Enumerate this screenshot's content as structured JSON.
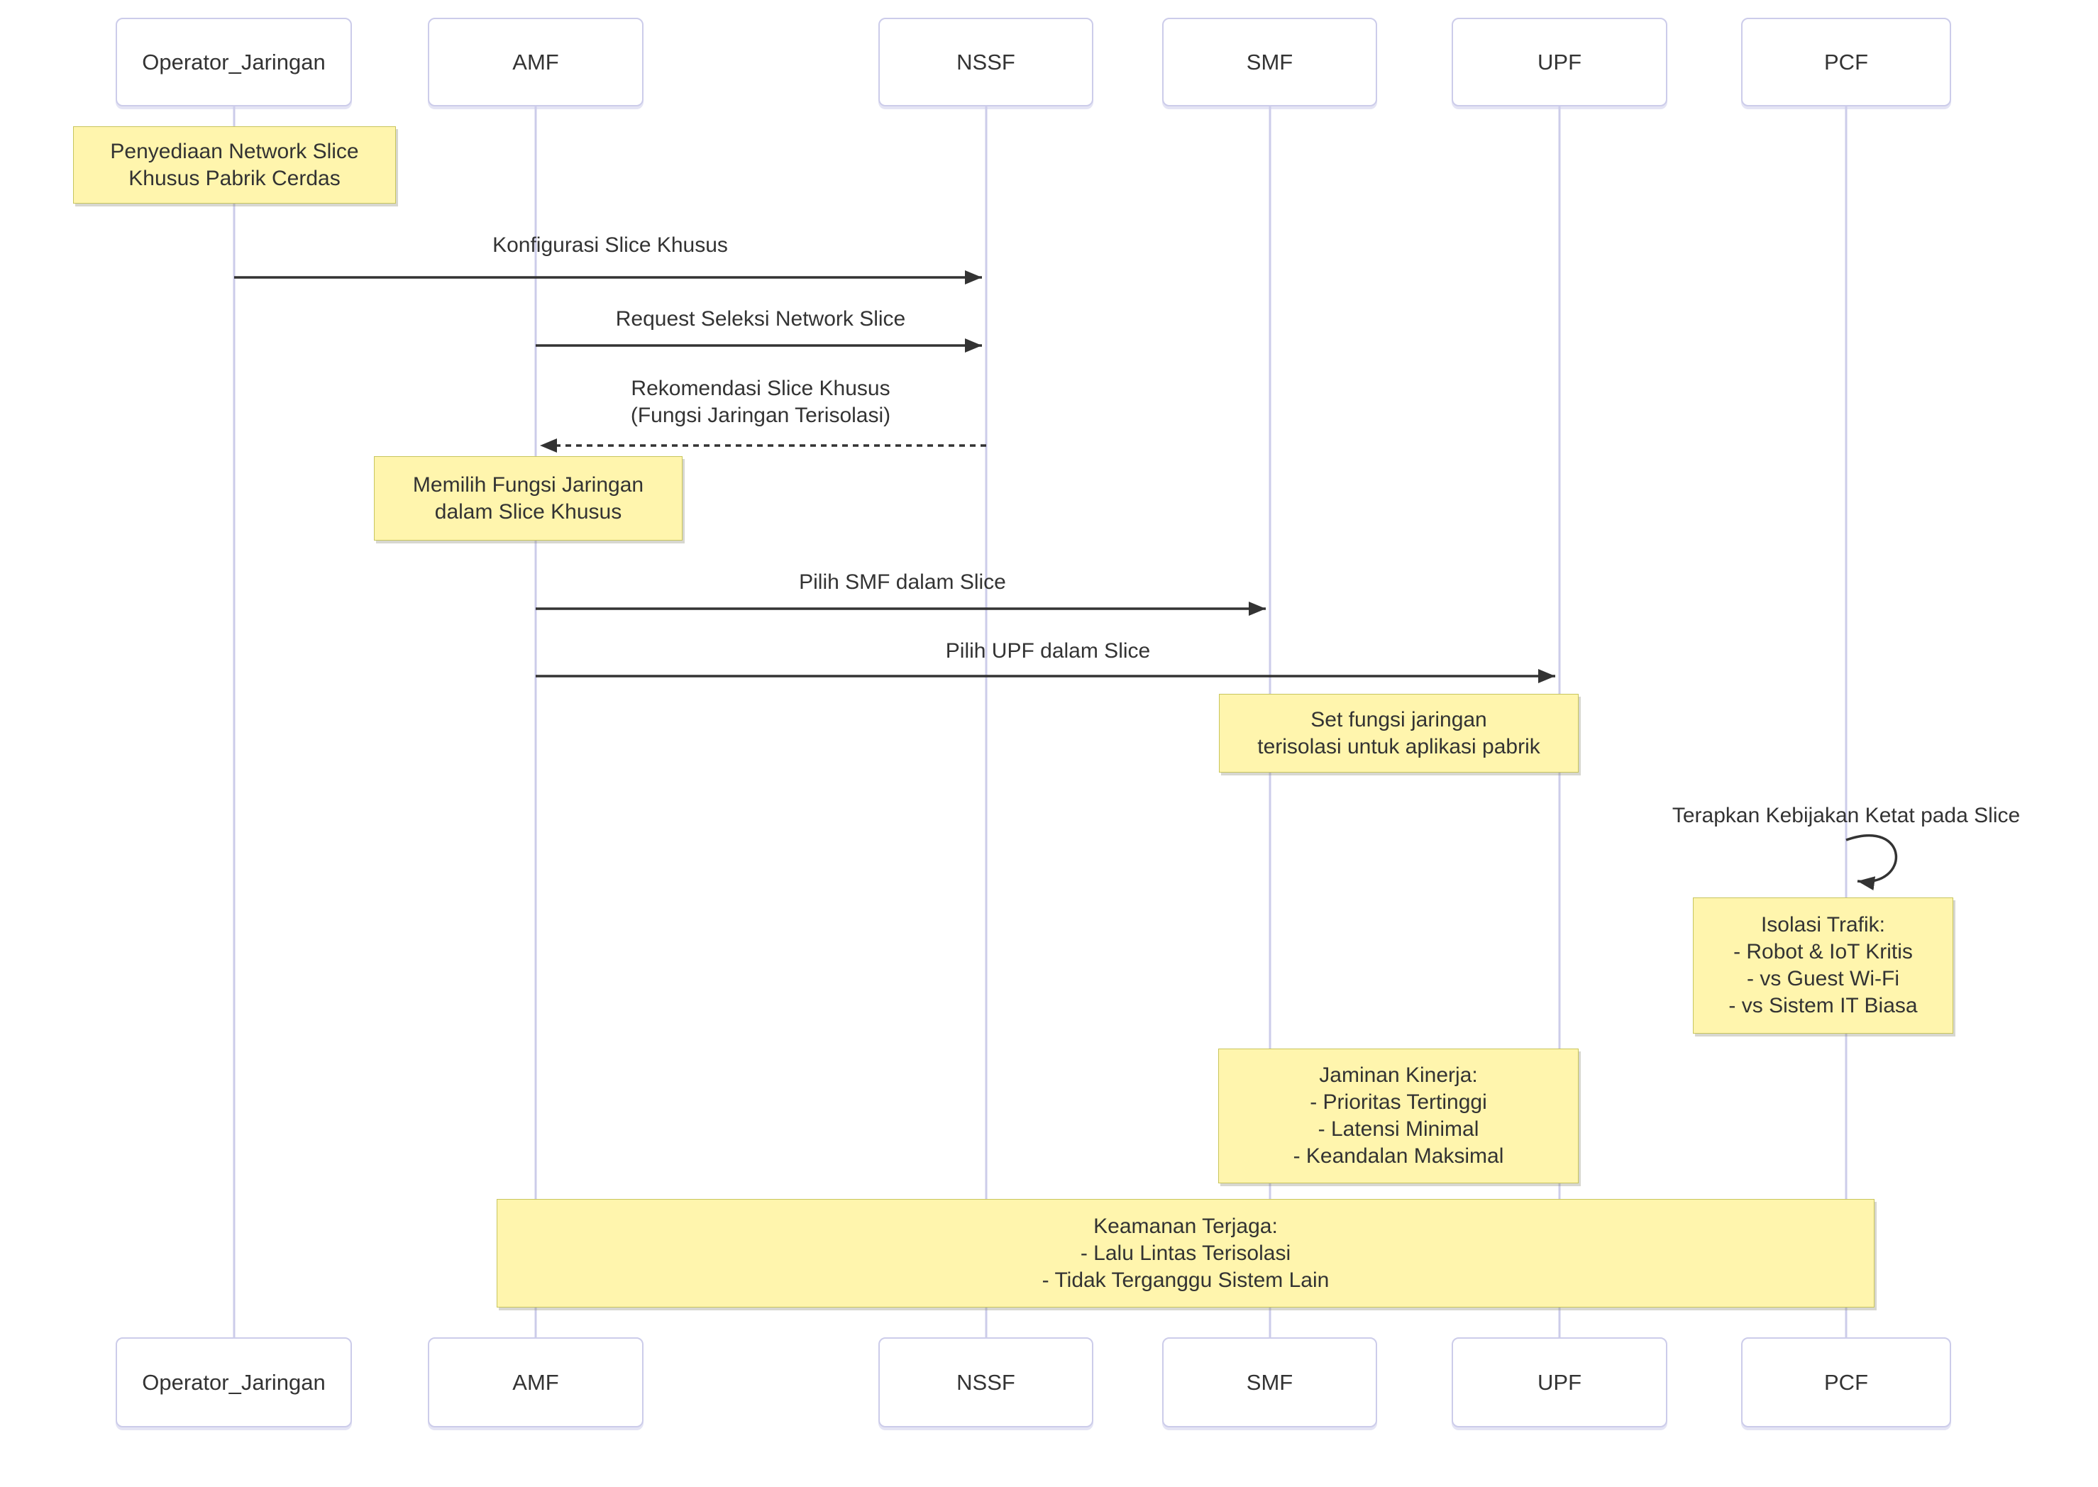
{
  "diagram_type": "sequence-diagram",
  "participants": [
    {
      "label": "Operator_Jaringan"
    },
    {
      "label": "AMF"
    },
    {
      "label": "NSSF"
    },
    {
      "label": "SMF"
    },
    {
      "label": "UPF"
    },
    {
      "label": "PCF"
    }
  ],
  "messages": [
    {
      "label": "Konfigurasi Slice Khusus",
      "from": "Operator_Jaringan",
      "to": "NSSF",
      "style": "solid"
    },
    {
      "label": "Request Seleksi Network Slice",
      "from": "AMF",
      "to": "NSSF",
      "style": "solid"
    },
    {
      "lines": [
        "Rekomendasi Slice Khusus",
        "(Fungsi Jaringan Terisolasi)"
      ],
      "from": "NSSF",
      "to": "AMF",
      "style": "dashed"
    },
    {
      "label": "Pilih SMF dalam Slice",
      "from": "AMF",
      "to": "SMF",
      "style": "solid"
    },
    {
      "label": "Pilih UPF dalam Slice",
      "from": "AMF",
      "to": "UPF",
      "style": "solid"
    },
    {
      "label": "Terapkan Kebijakan Ketat pada Slice",
      "from": "PCF",
      "to": "PCF",
      "style": "self-loop"
    }
  ],
  "notes": [
    {
      "over": "Operator_Jaringan",
      "lines": [
        "Penyediaan Network Slice",
        "Khusus Pabrik Cerdas"
      ]
    },
    {
      "over": "AMF",
      "lines": [
        "Memilih Fungsi Jaringan",
        "dalam Slice Khusus"
      ]
    },
    {
      "over": "SMF,UPF",
      "lines": [
        "Set fungsi jaringan",
        "terisolasi untuk aplikasi pabrik"
      ]
    },
    {
      "over": "PCF",
      "lines": [
        "Isolasi Trafik:",
        "- Robot & IoT Kritis",
        "- vs Guest Wi-Fi",
        "- vs Sistem IT Biasa"
      ]
    },
    {
      "over": "SMF,UPF",
      "lines": [
        "Jaminan Kinerja:",
        "- Prioritas Tertinggi",
        "- Latensi Minimal",
        "- Keandalan Maksimal"
      ]
    },
    {
      "over": "AMF,PCF",
      "lines": [
        "Keamanan Terjaga:",
        "- Lalu Lintas Terisolasi",
        "- Tidak Terganggu Sistem Lain"
      ]
    }
  ],
  "colors": {
    "background": "#ffffff",
    "note_fill": "#fff5ad",
    "note_border": "#aaaa33",
    "actor_fill": "#ffffff",
    "actor_border": "#ccccea",
    "lifeline": "#ccccea",
    "arrow": "#333333",
    "text": "#333333"
  }
}
